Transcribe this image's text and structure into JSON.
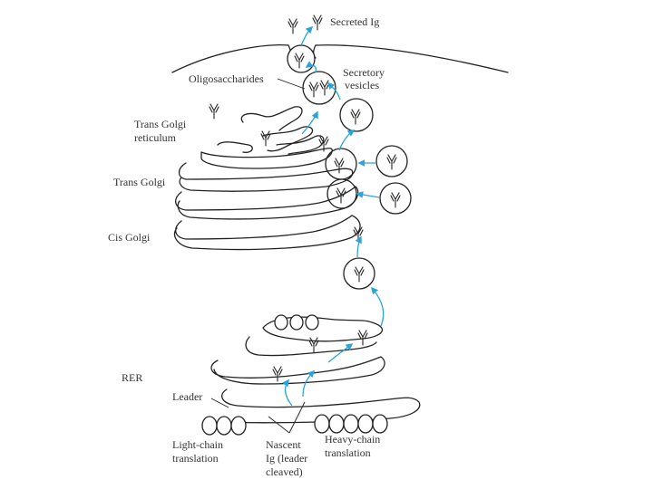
{
  "labels": {
    "secreted_ig": "Secreted Ig",
    "oligosaccharides": "Oligosaccharides",
    "secretory_vesicles": [
      "Secretory",
      "vesicles"
    ],
    "trans_golgi_reticulum": [
      "Trans Golgi",
      "reticulum"
    ],
    "trans_golgi": "Trans Golgi",
    "cis_golgi": "Cis Golgi",
    "rer": "RER",
    "leader": "Leader",
    "light_chain_translation": [
      "Light-chain",
      "translation"
    ],
    "nascent_ig": [
      "Nascent",
      "Ig (leader",
      "cleaved)"
    ],
    "heavy_chain_translation": [
      "Heavy-chain",
      "translation"
    ]
  },
  "colors": {
    "line": "#222222",
    "flow_arrow": "#29a3da",
    "text": "#333333",
    "background": "#ffffff"
  }
}
